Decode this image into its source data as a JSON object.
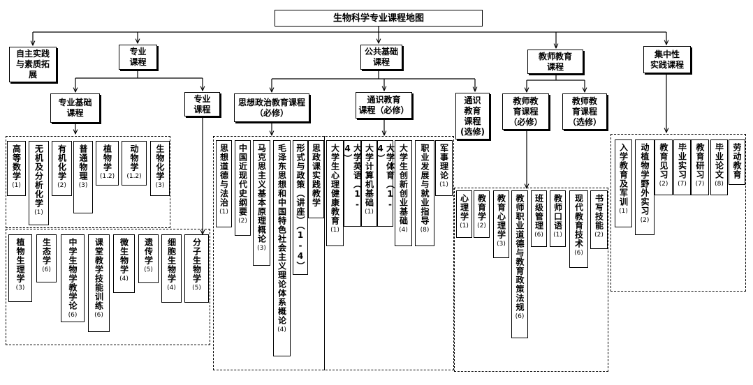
{
  "title": "生物科学专业课程地图",
  "categories": {
    "self_practice": "自主实践\n与素质拓\n展",
    "major": "专业\n课程",
    "public": "公共基础\n课程",
    "teacher": "教师教育\n课程",
    "concentrated": "集中性\n实践课程"
  },
  "subcategories": {
    "major_basic": "专业基础\n课程",
    "major_course": "专业\n课程",
    "ideology": "思想政治教育课程\n（必修）",
    "general_required": "通识教育\n课程（必修）",
    "general_elective": "通识\n教育\n课程\n(选修)",
    "teacher_required": "教师教\n育课程\n（必修）",
    "teacher_elective": "教师教\n育课程\n（选修）"
  },
  "major_basic_courses": [
    {
      "name": "高等数学",
      "term": "(1)"
    },
    {
      "name": "无机及分析化学",
      "term": "(1)"
    },
    {
      "name": "有机化学",
      "term": "(2)"
    },
    {
      "name": "普通物理",
      "term": "(3)"
    },
    {
      "name": "植物学",
      "term": "(1.2)"
    },
    {
      "name": "动物学",
      "term": "(1.2)"
    },
    {
      "name": "生物化学",
      "term": "(3)"
    }
  ],
  "major_courses": [
    {
      "name": "植物生理学",
      "term": "(3)"
    },
    {
      "name": "生态学",
      "term": "(6)"
    },
    {
      "name": "中学生物学教学论",
      "term": "(6)"
    },
    {
      "name": "课堂教学技能训练",
      "term": "(6)"
    },
    {
      "name": "微生物学",
      "term": "(4)"
    },
    {
      "name": "遗传学",
      "term": "(5)"
    },
    {
      "name": "细胞生物学",
      "term": "(4)"
    },
    {
      "name": "分子生物学",
      "term": "(5)"
    }
  ],
  "ideology_courses": [
    {
      "name": "思想道德与法治",
      "term": "(1)"
    },
    {
      "name": "中国近现代史纲要",
      "term": "(2)"
    },
    {
      "name": "马克思主义基本原理概论",
      "term": "(3)"
    },
    {
      "name": "毛泽东思想和中国特色社会主义理论体系概论",
      "term": "(4)"
    },
    {
      "name": "形式与政策（讲座）（1-4）",
      "term": ""
    },
    {
      "name": "思政课实践教学",
      "term": ""
    }
  ],
  "general_required_courses": [
    {
      "name": "大学生心理健康教育",
      "term": "(1)"
    },
    {
      "name": "大学英语（1-4）",
      "term": ""
    },
    {
      "name": "大学计算机基础",
      "term": "(1)"
    },
    {
      "name": "大学体育（1-4）",
      "term": ""
    },
    {
      "name": "大学生创新创业基础",
      "term": "(4)"
    },
    {
      "name": "职业发展与就业指导",
      "term": "(8)"
    },
    {
      "name": "军事理论",
      "term": "(1)"
    }
  ],
  "teacher_courses": [
    {
      "name": "心理学",
      "term": "(1)"
    },
    {
      "name": "教育学",
      "term": "(2)"
    },
    {
      "name": "教育心理学",
      "term": "(3)"
    },
    {
      "name": "教师职业道德与教育政策法规",
      "term": "(6)"
    },
    {
      "name": "班级管理",
      "term": "(6)"
    },
    {
      "name": "教师口语",
      "term": "(1)"
    },
    {
      "name": "现代教育技术",
      "term": "(6)"
    },
    {
      "name": "书写技能",
      "term": "(2)"
    }
  ],
  "practice_courses": [
    {
      "name": "入学教育及军训",
      "term": "(1)"
    },
    {
      "name": "动植物学野外实习",
      "term": "(2)"
    },
    {
      "name": "教育见习",
      "term": "(2)"
    },
    {
      "name": "毕业实习",
      "term": "(7)"
    },
    {
      "name": "教育研习",
      "term": "(7)"
    },
    {
      "name": "毕业论文",
      "term": "(8)"
    },
    {
      "name": "劳动教育",
      "term": ""
    }
  ]
}
